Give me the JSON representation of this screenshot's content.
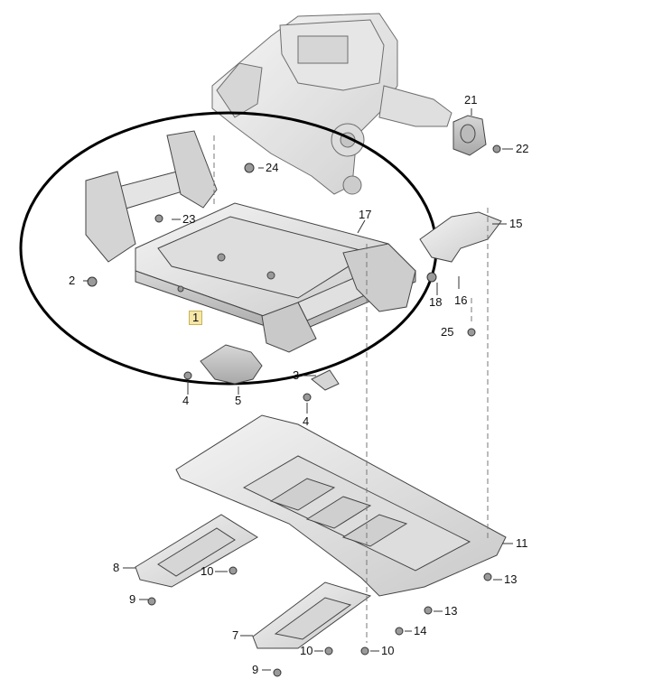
{
  "callouts": {
    "c1": "1",
    "c2": "2",
    "c3": "3",
    "c4a": "4",
    "c4b": "4",
    "c5": "5",
    "c7": "7",
    "c8": "8",
    "c9a": "9",
    "c9b": "9",
    "c10a": "10",
    "c10b": "10",
    "c10c": "10",
    "c11": "11",
    "c13a": "13",
    "c13b": "13",
    "c14": "14",
    "c15": "15",
    "c16": "16",
    "c17": "17",
    "c18": "18",
    "c21": "21",
    "c22": "22",
    "c23": "23",
    "c24": "24",
    "c25": "25"
  },
  "colors": {
    "line": "#3a3a3a",
    "part_fill": "#e9e9e9",
    "part_shade": "#cfcfcf",
    "highlight": "#f6e7a6",
    "ellipse": "#000000"
  }
}
